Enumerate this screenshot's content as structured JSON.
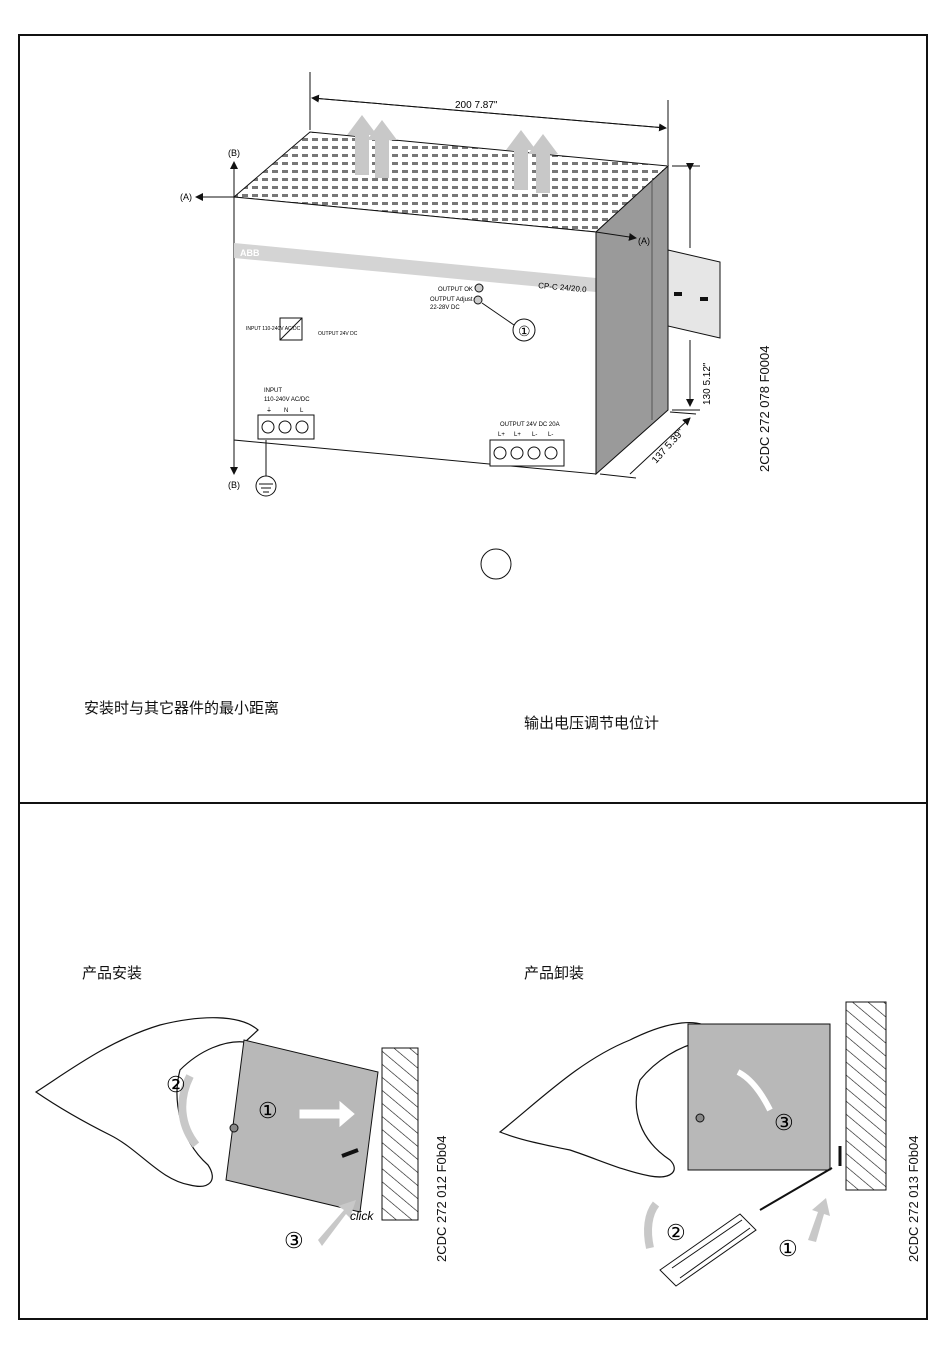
{
  "top_panel": {
    "dimensions": {
      "width": "200  7.87\"",
      "height": "130  5.12\"",
      "depth": "137  5.39\""
    },
    "clearance_labels": {
      "a": "(A)",
      "b": "(B)"
    },
    "device": {
      "brand": "ABB",
      "model": "CP-C 24/20.0",
      "output_ok": "OUTPUT OK",
      "output_adjust": "OUTPUT Adjust",
      "output_range": "22-28V DC",
      "input_title": "INPUT",
      "input_spec": "110-240V AC/DC",
      "input_terms": [
        "⏚",
        "N",
        "L"
      ],
      "output_title": "OUTPUT 24V DC 20A",
      "output_terms": [
        "L+",
        "L+",
        "L-",
        "L-"
      ],
      "diagram_input": "INPUT 110-240V AC/DC",
      "diagram_output": "OUTPUT 24V DC"
    },
    "callout_1": "①",
    "doc_code": "2CDC 272 078 F0004",
    "caption_left": "安装时与其它器件的最小距离",
    "caption_right": "输出电压调节电位计"
  },
  "bottom_panel": {
    "install": {
      "title": "产品安装",
      "steps": [
        "①",
        "②",
        "③"
      ],
      "click_label": "click",
      "doc_code": "2CDC 272 012 F0b04"
    },
    "removal": {
      "title": "产品卸装",
      "steps": [
        "①",
        "②",
        "③"
      ],
      "doc_code": "2CDC 272 013 F0b04"
    }
  },
  "colors": {
    "line": "#111111",
    "housing": "#b8b8b8",
    "arrow": "#c8c8c8"
  }
}
